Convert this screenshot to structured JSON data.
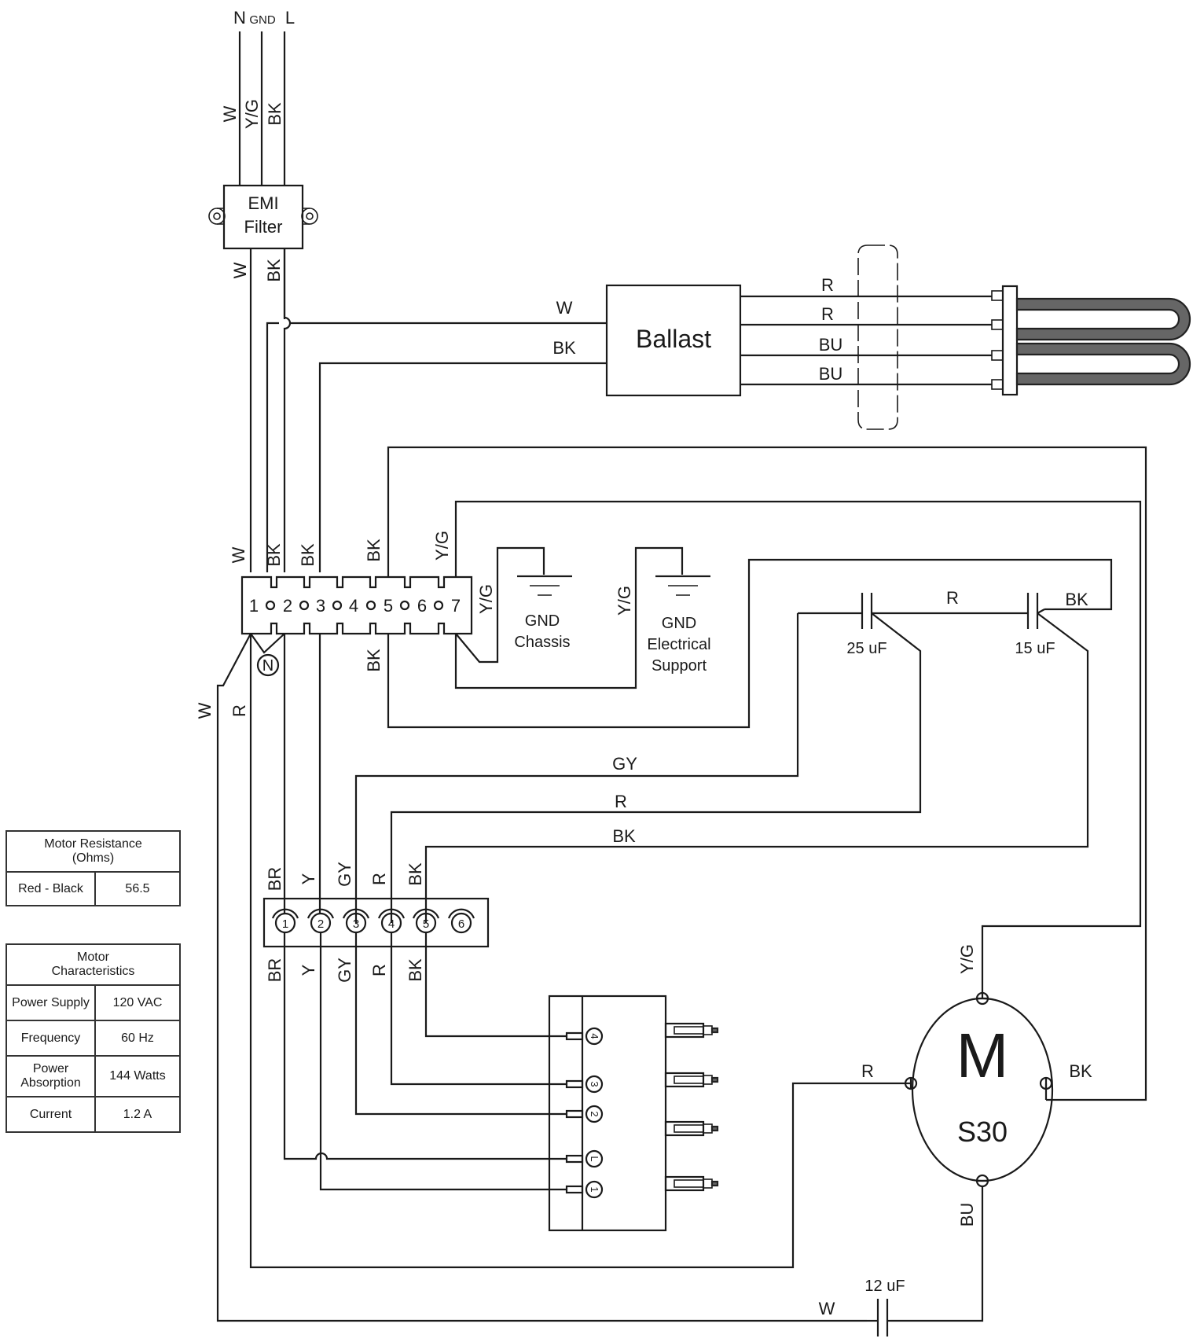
{
  "labels": {
    "n": "N",
    "gnd": "GND",
    "l": "L",
    "w": "W",
    "yg": "Y/G",
    "bk": "BK",
    "r": "R",
    "bu": "BU",
    "gy": "GY",
    "br": "BR",
    "y": "Y",
    "emi_line1": "EMI",
    "emi_line2": "Filter",
    "ballast": "Ballast",
    "gnd_chassis_1": "GND",
    "gnd_chassis_2": "Chassis",
    "gnd_elec_1": "GND",
    "gnd_elec_2": "Electrical",
    "gnd_elec_3": "Support",
    "cap_25": "25 uF",
    "cap_15": "15 uF",
    "cap_12": "12 uF",
    "motor_m": "M",
    "motor_model": "S30",
    "terminal_numbers": [
      "1",
      "2",
      "3",
      "4",
      "5",
      "6",
      "7"
    ],
    "neutral_marker": "N",
    "connector_numbers": [
      "1",
      "2",
      "3",
      "4",
      "5",
      "6"
    ],
    "switch_numbers": [
      "4",
      "3",
      "2",
      "L",
      "1"
    ]
  },
  "resistance_table": {
    "title_line1": "Motor Resistance",
    "title_line2": "(Ohms)",
    "rows": [
      {
        "label": "Red - Black",
        "value": "56.5"
      }
    ]
  },
  "characteristics_table": {
    "title_line1": "Motor",
    "title_line2": "Characteristics",
    "rows": [
      {
        "label_line1": "Power Supply",
        "label_line2": "",
        "value": "120 VAC"
      },
      {
        "label_line1": "Frequency",
        "label_line2": "",
        "value": "60 Hz"
      },
      {
        "label_line1": "Power",
        "label_line2": "Absorption",
        "value": "144 Watts"
      },
      {
        "label_line1": "Current",
        "label_line2": "",
        "value": "1.2 A"
      }
    ]
  },
  "colors": {
    "ink": "#1a1a1a",
    "lamp_fill": "#666666"
  }
}
